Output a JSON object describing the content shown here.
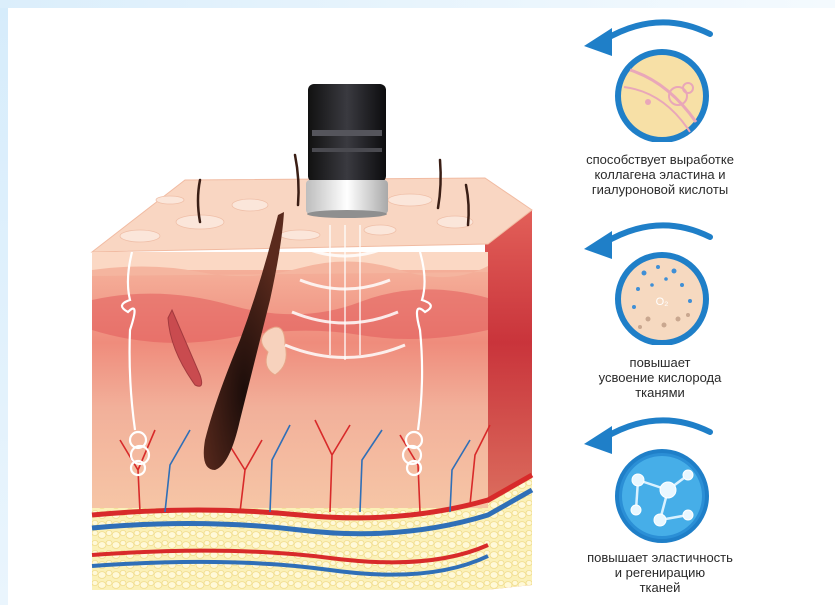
{
  "benefits": [
    {
      "id": "collagen",
      "icon": "collagen-fiber-icon",
      "lines": [
        "способствует выработке",
        "коллагена эластина и",
        "гиалуроновой кислоты"
      ]
    },
    {
      "id": "oxygen",
      "icon": "oxygen-molecule-icon",
      "symbol": "O₂",
      "lines": [
        "повышает",
        "усвоение кислорода",
        "тканями"
      ]
    },
    {
      "id": "elasticity",
      "icon": "molecular-network-icon",
      "lines": [
        "повышает эластичность",
        "и регенирацию",
        "тканей"
      ]
    }
  ],
  "colors": {
    "arrow": "#1f7fc8",
    "epidermis": "#f7c9b0",
    "dermis": "#f39a86",
    "dermis_dark": "#e15b5b",
    "fat": "#fbf1b8",
    "artery": "#d82a2a",
    "vein": "#2f6fb7",
    "device": "#1d1d22"
  }
}
